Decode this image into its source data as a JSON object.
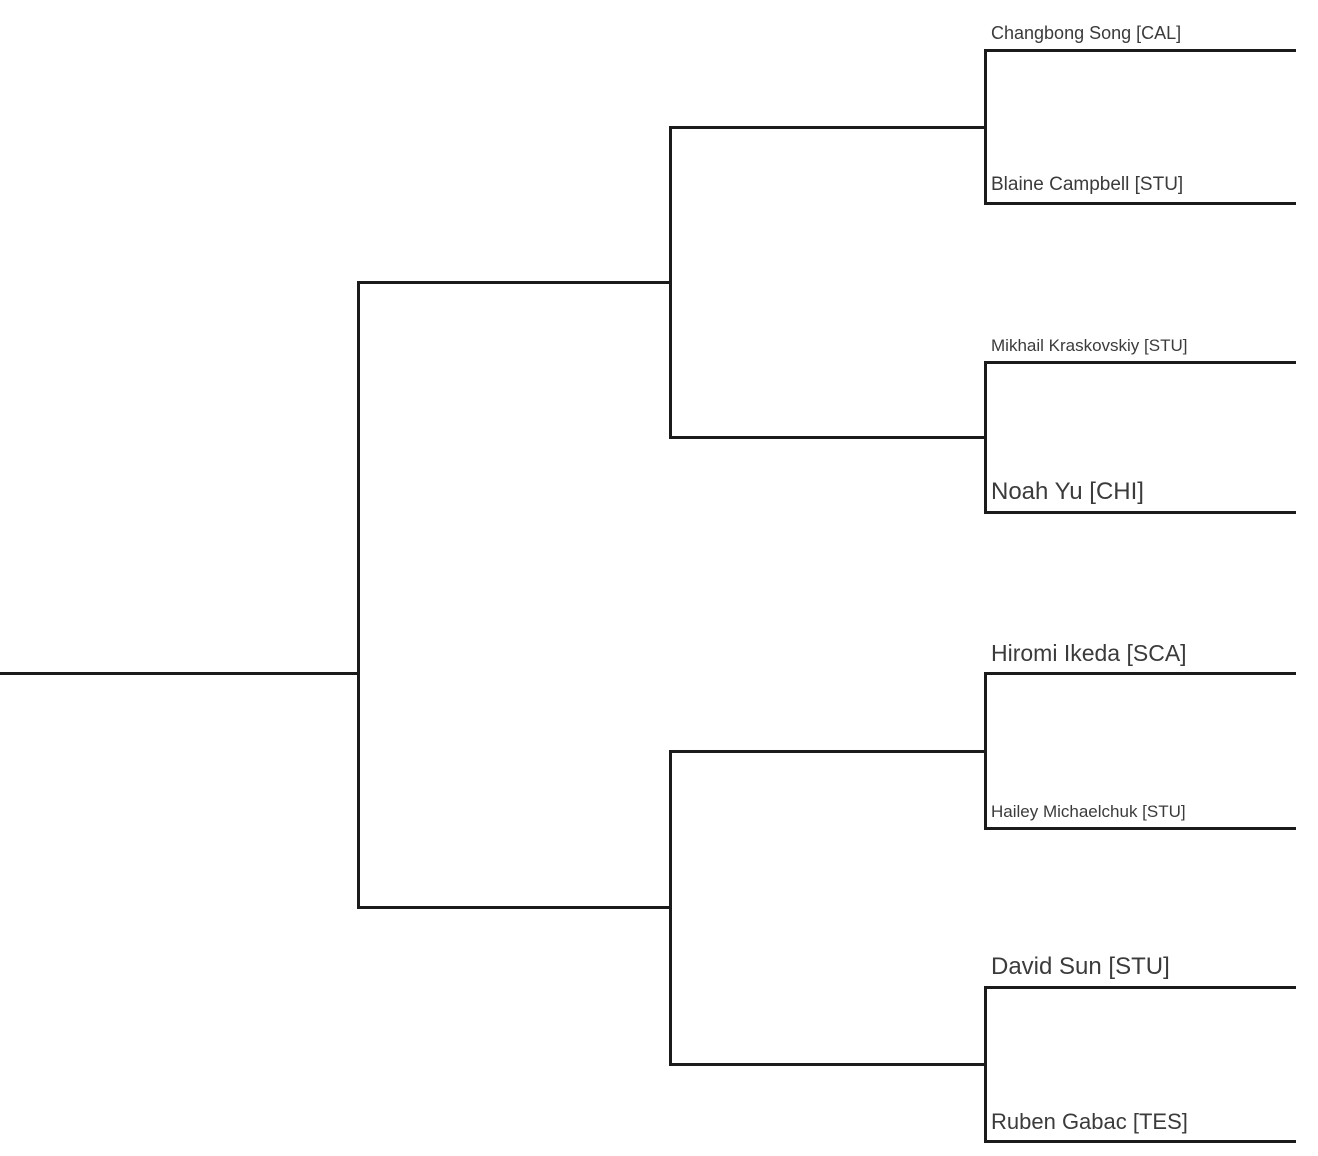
{
  "diagram": {
    "type": "tournament-bracket",
    "direction": "right-to-left",
    "rounds_shown": 3,
    "players": [
      {
        "name": "Changbong Song [CAL]"
      },
      {
        "name": "Blaine Campbell [STU]"
      },
      {
        "name": "Mikhail Kraskovskiy [STU]"
      },
      {
        "name": "Noah Yu [CHI]"
      },
      {
        "name": "Hiromi Ikeda [SCA]"
      },
      {
        "name": "Hailey Michaelchuk [STU]"
      },
      {
        "name": "David Sun [STU]"
      },
      {
        "name": "Ruben Gabac [TES]"
      }
    ],
    "matches": [
      {
        "players": [
          0,
          1
        ]
      },
      {
        "players": [
          2,
          3
        ]
      },
      {
        "players": [
          4,
          5
        ]
      },
      {
        "players": [
          6,
          7
        ]
      }
    ]
  },
  "colors": {
    "line": "#1b1b1b",
    "text": "#3b3b3b",
    "background": "#ffffff"
  }
}
